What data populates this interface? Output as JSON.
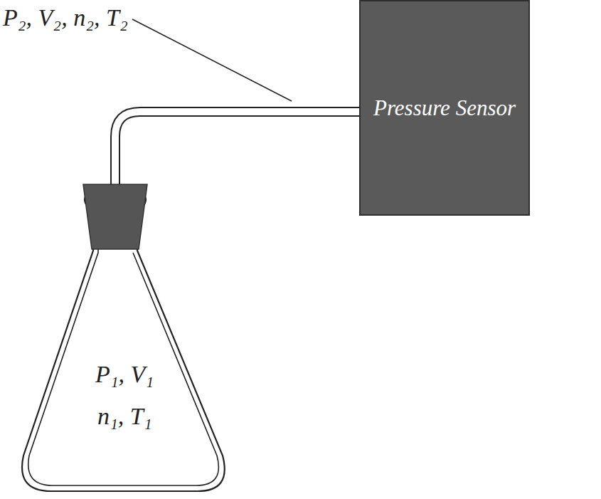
{
  "diagram": {
    "nodes": [
      {
        "text": [
          "P₁, V₁",
          "n₁, T₁"
        ]
      },
      {
        "text": [
          "Pressure Sensor"
        ]
      }
    ],
    "edges": [
      {
        "from": 0,
        "to": 1,
        "arrow": "none"
      }
    ],
    "labels": [
      "P₂, V₂, n₂, T₂"
    ]
  }
}
